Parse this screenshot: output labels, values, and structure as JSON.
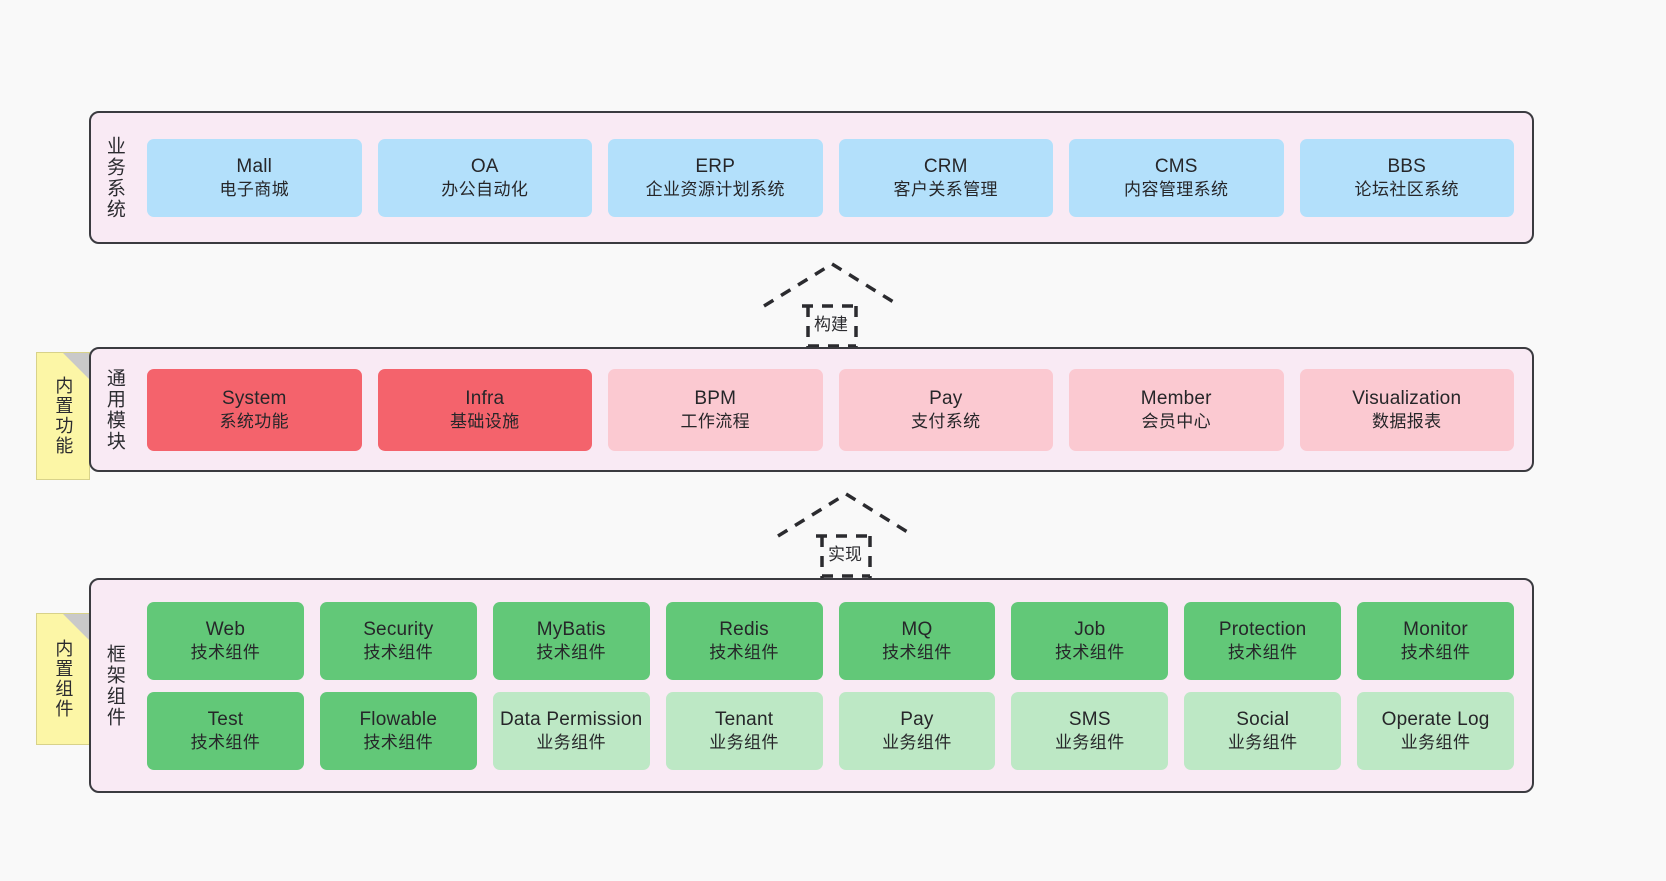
{
  "diagram": {
    "layers": [
      {
        "id": "business",
        "caption": "业务系统",
        "nodes": [
          {
            "title": "Mall",
            "sub": "电子商城",
            "color": "#b3e0fb"
          },
          {
            "title": "OA",
            "sub": "办公自动化",
            "color": "#b3e0fb"
          },
          {
            "title": "ERP",
            "sub": "企业资源计划系统",
            "color": "#b3e0fb"
          },
          {
            "title": "CRM",
            "sub": "客户关系管理",
            "color": "#b3e0fb"
          },
          {
            "title": "CMS",
            "sub": "内容管理系统",
            "color": "#b3e0fb"
          },
          {
            "title": "BBS",
            "sub": "论坛社区系统",
            "color": "#b3e0fb"
          }
        ]
      },
      {
        "id": "common",
        "caption": "通用模块",
        "sticky": "内置功能",
        "nodes": [
          {
            "title": "System",
            "sub": "系统功能",
            "color": "#f4636c"
          },
          {
            "title": "Infra",
            "sub": "基础设施",
            "color": "#f4636c"
          },
          {
            "title": "BPM",
            "sub": "工作流程",
            "color": "#fbc9d1"
          },
          {
            "title": "Pay",
            "sub": "支付系统",
            "color": "#fbc9d1"
          },
          {
            "title": "Member",
            "sub": "会员中心",
            "color": "#fbc9d1"
          },
          {
            "title": "Visualization",
            "sub": "数据报表",
            "color": "#fbc9d1"
          }
        ]
      },
      {
        "id": "framework",
        "caption": "框架组件",
        "sticky": "内置组件",
        "row1": [
          {
            "title": "Web",
            "sub": "技术组件",
            "color": "#62c878"
          },
          {
            "title": "Security",
            "sub": "技术组件",
            "color": "#62c878"
          },
          {
            "title": "MyBatis",
            "sub": "技术组件",
            "color": "#62c878"
          },
          {
            "title": "Redis",
            "sub": "技术组件",
            "color": "#62c878"
          },
          {
            "title": "MQ",
            "sub": "技术组件",
            "color": "#62c878"
          },
          {
            "title": "Job",
            "sub": "技术组件",
            "color": "#62c878"
          },
          {
            "title": "Protection",
            "sub": "技术组件",
            "color": "#62c878"
          },
          {
            "title": "Monitor",
            "sub": "技术组件",
            "color": "#62c878"
          }
        ],
        "row2": [
          {
            "title": "Test",
            "sub": "技术组件",
            "color": "#62c878"
          },
          {
            "title": "Flowable",
            "sub": "技术组件",
            "color": "#62c878"
          },
          {
            "title": "Data Permission",
            "sub": "业务组件",
            "color": "#bde8c5"
          },
          {
            "title": "Tenant",
            "sub": "业务组件",
            "color": "#bde8c5"
          },
          {
            "title": "Pay",
            "sub": "业务组件",
            "color": "#bde8c5"
          },
          {
            "title": "SMS",
            "sub": "业务组件",
            "color": "#bde8c5"
          },
          {
            "title": "Social",
            "sub": "业务组件",
            "color": "#bde8c5"
          },
          {
            "title": "Operate Log",
            "sub": "业务组件",
            "color": "#bde8c5"
          }
        ]
      }
    ],
    "connectors": [
      {
        "id": "build",
        "label": "构建"
      },
      {
        "id": "implement",
        "label": "实现"
      }
    ],
    "colors": {
      "panel_fill": "#f9eaf4",
      "panel_border": "#3b3b40",
      "sticky_fill": "#fcf6a6",
      "business": "#b3e0fb",
      "module_strong": "#f4636c",
      "module_light": "#fbc9d1",
      "tech_component": "#62c878",
      "business_component": "#bde8c5",
      "background": "#f9f9f9"
    }
  }
}
